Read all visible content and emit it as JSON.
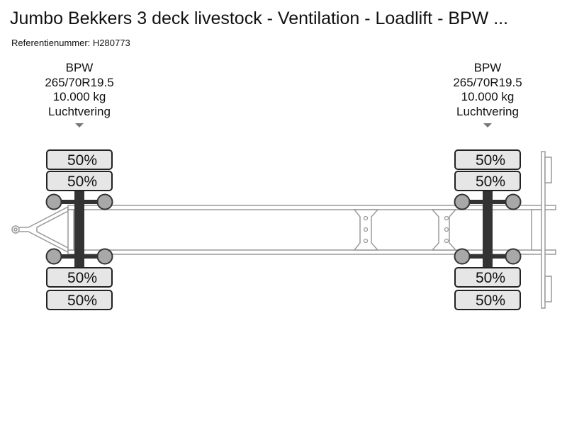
{
  "header": {
    "title": "Jumbo Bekkers 3 deck livestock - Ventilation - Loadlift - BPW ...",
    "reference_label": "Referentienummer:",
    "reference_value": "H280773"
  },
  "axles": [
    {
      "brand": "BPW",
      "tire_size": "265/70R19.5",
      "load": "10.000 kg",
      "suspension": "Luchtvering",
      "tires": [
        "50%",
        "50%",
        "50%",
        "50%"
      ]
    },
    {
      "brand": "BPW",
      "tire_size": "265/70R19.5",
      "load": "10.000 kg",
      "suspension": "Luchtvering",
      "tires": [
        "50%",
        "50%",
        "50%",
        "50%"
      ]
    }
  ],
  "colors": {
    "frame_stroke": "#9a9a9a",
    "tire_fill": "#e6e6e6",
    "axle_hub": "#a8a8a8",
    "axle_bar": "#333333"
  }
}
